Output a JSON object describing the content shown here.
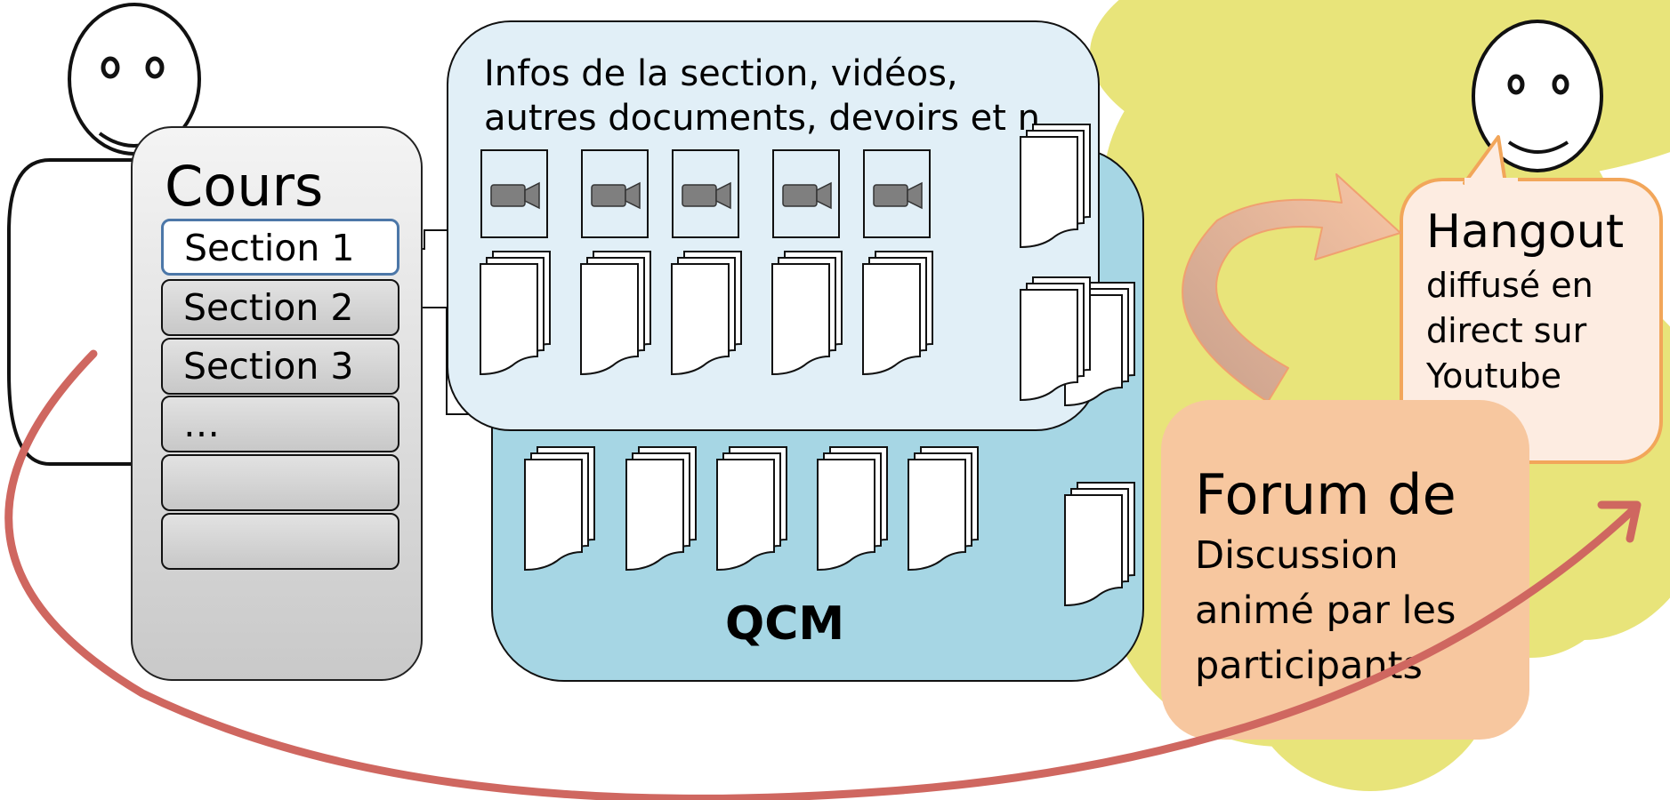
{
  "cours": {
    "title": "Cours",
    "sections": [
      "Section 1",
      "Section 2",
      "Section 3",
      "…",
      "",
      ""
    ]
  },
  "info_panel": {
    "text": "Infos de la section, vidéos, autres documents, devoirs et n"
  },
  "qcm_panel": {
    "label": "QCM"
  },
  "hangout": {
    "title": "Hangout",
    "text": "diffusé en direct sur Youtube"
  },
  "forum": {
    "title": "Forum de",
    "text": "Discussion animé par les participants"
  },
  "colors": {
    "cloud": "#e8e47a",
    "qcm_panel": "#a6d6e4",
    "info_panel": "#e1eff7",
    "hangout_border": "#f2a65a",
    "hangout_fill": "#fdece1",
    "forum_fill": "#f7c79f",
    "loop_arrow": "#cf6760",
    "video_icon": "#7f7f7f"
  },
  "icons": [
    "person-icon",
    "video-camera-icon",
    "document-stack-icon",
    "curved-arrow-icon"
  ]
}
